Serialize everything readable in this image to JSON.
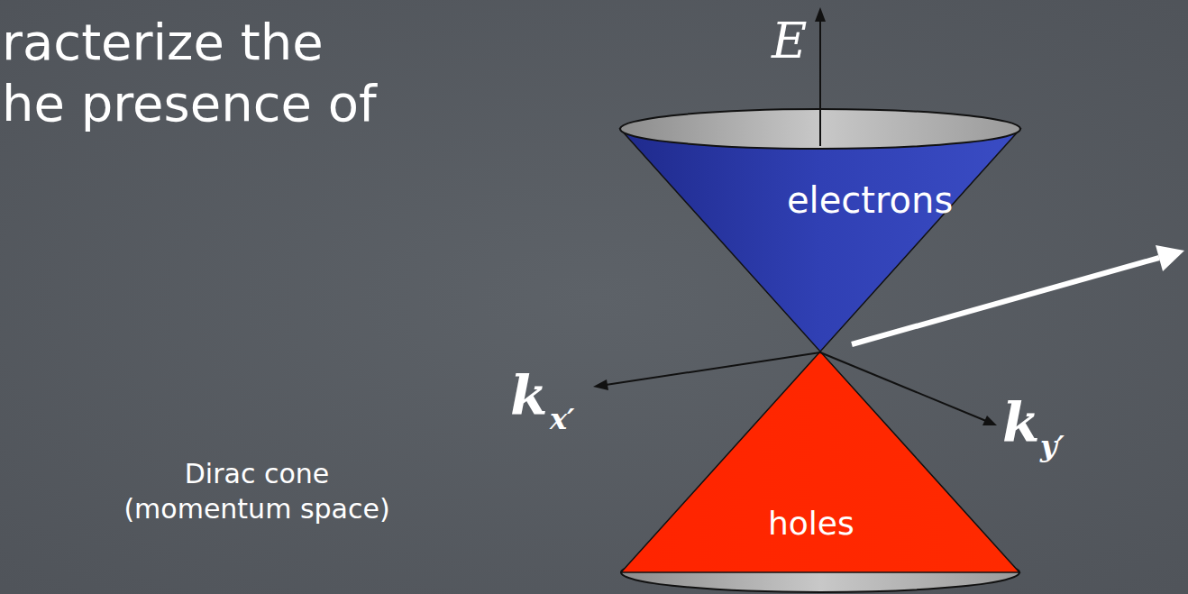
{
  "diagram": {
    "nodes": [
      {
        "text": [
          "electrons"
        ]
      },
      {
        "text": [
          "holes"
        ]
      }
    ],
    "labels": [
      "racterize the",
      "he presence of",
      "Dirac cone (momentum space)",
      "E",
      "k",
      "x′",
      "k",
      "y′"
    ]
  }
}
